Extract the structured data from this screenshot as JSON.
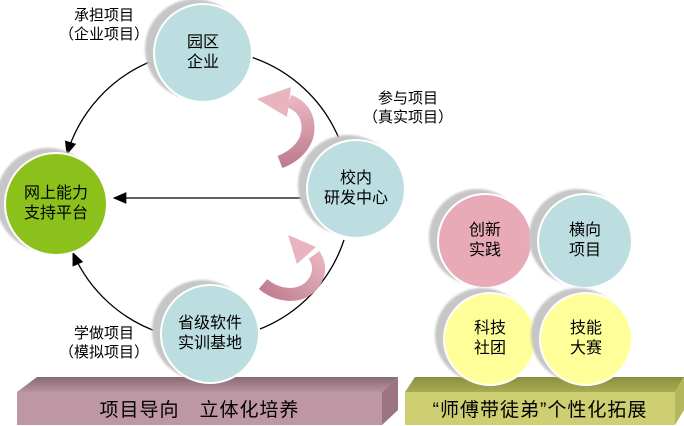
{
  "cycle": {
    "labels": {
      "undertake": {
        "line1": "承担项目",
        "line2": "（企业项目）"
      },
      "participate": {
        "line1": "参与项目",
        "line2": "（真实项目）"
      },
      "learn": {
        "line1": "学做项目",
        "line2": "（模拟项目）"
      }
    },
    "nodes": {
      "park_enterprise": {
        "line1": "园区",
        "line2": "企业"
      },
      "campus_rd_center": {
        "line1": "校内",
        "line2": "研发中心"
      },
      "software_training_base": {
        "line1": "省级软件",
        "line2": "实训基地"
      },
      "online_platform": {
        "line1": "网上能力",
        "line2": "支持平台"
      }
    },
    "bar_label": "项目导向　立体化培养"
  },
  "extension": {
    "nodes": {
      "innovation_practice": {
        "line1": "创新",
        "line2": "实践"
      },
      "horizontal_project": {
        "line1": "横向",
        "line2": "项目"
      },
      "science_club": {
        "line1": "科技",
        "line2": "社团"
      },
      "skill_competition": {
        "line1": "技能",
        "line2": "大赛"
      }
    },
    "bar_label": "“师傅带徒弟”个性化拓展"
  },
  "colors": {
    "node_cyan": "#bcdee0",
    "node_green": "#8cc11c",
    "node_pink": "#e9aab8",
    "node_yellow": "#ffff99",
    "node_shadow": "#c6c6c6",
    "flow_arrow_dark": "#bd7a8b",
    "flow_arrow_light": "#ecbac4",
    "left_bar_front": "#bd97a3",
    "left_bar_top": "#8a6975",
    "right_bar_front": "#cdcf72",
    "right_bar_top": "#8b8e3f",
    "line": "#000000"
  }
}
